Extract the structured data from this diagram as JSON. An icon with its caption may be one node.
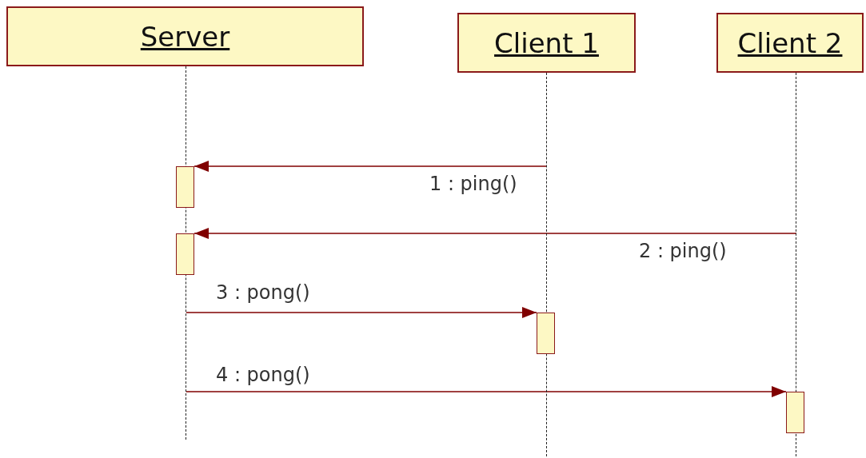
{
  "diagram": {
    "nodes": [
      {
        "text": [
          "Server"
        ]
      },
      {
        "text": [
          "Client 1"
        ]
      },
      {
        "text": [
          "Client 2"
        ]
      },
      {
        "text": [],
        "shape": "line"
      },
      {
        "text": [],
        "shape": "line"
      },
      {
        "text": [],
        "shape": "line"
      },
      {
        "text": [],
        "shape": "bar"
      },
      {
        "text": [],
        "shape": "bar"
      },
      {
        "text": [],
        "shape": "bar"
      },
      {
        "text": [],
        "shape": "bar"
      }
    ],
    "edges": [
      {
        "from": 4,
        "to": 6,
        "arrow": "to",
        "label": "1 : ping()"
      },
      {
        "from": 5,
        "to": 7,
        "arrow": "to",
        "label": "2 : ping()"
      },
      {
        "from": 3,
        "to": 8,
        "arrow": "to",
        "label": "3 : pong()"
      },
      {
        "from": 3,
        "to": 9,
        "arrow": "to",
        "label": "4 : pong()"
      }
    ]
  }
}
